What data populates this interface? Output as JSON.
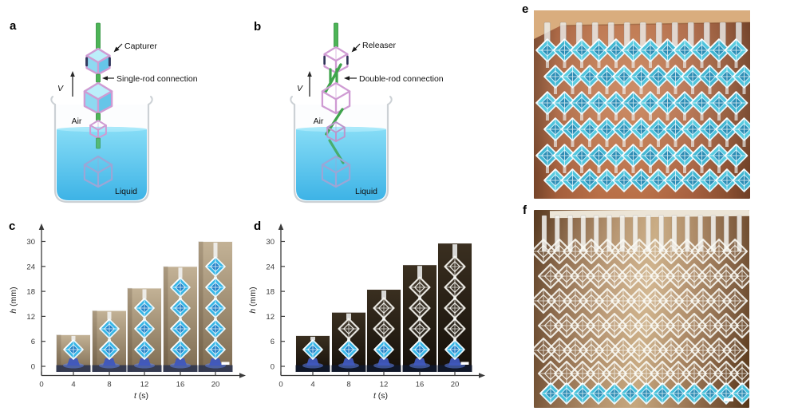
{
  "figure": {
    "panels": {
      "a": {
        "letter": "a",
        "capturer_label": "Capturer",
        "connection_label": "Single-rod connection",
        "velocity_label": "V",
        "air_label": "Air",
        "liquid_label": "Liquid"
      },
      "b": {
        "letter": "b",
        "releaser_label": "Releaser",
        "connection_label": "Double-rod connection",
        "velocity_label": "V",
        "air_label": "Air",
        "liquid_label": "Liquid"
      },
      "c": {
        "letter": "c"
      },
      "d": {
        "letter": "d"
      },
      "e": {
        "letter": "e"
      },
      "f": {
        "letter": "f"
      }
    }
  },
  "chart_data": [
    {
      "id": "chart-c",
      "panel": "c",
      "type": "bar",
      "categories": [
        4,
        8,
        12,
        16,
        20
      ],
      "values": [
        7.6,
        13.4,
        18.8,
        24.0,
        30.0
      ],
      "cubes_blue": [
        1,
        2,
        3,
        4,
        5
      ],
      "cubes_white": [
        0,
        0,
        0,
        0,
        0
      ],
      "xticks": [
        0,
        4,
        8,
        12,
        16,
        20
      ],
      "yticks": [
        0,
        6,
        12,
        18,
        24,
        30
      ],
      "xlim": [
        0,
        22
      ],
      "ylim": [
        0,
        32
      ],
      "grid": false,
      "legend": false,
      "xlabel": "t (s)",
      "ylabel": "h (mm)",
      "xlabel_var": "t",
      "xlabel_rest": " (s)",
      "ylabel_var": "h",
      "ylabel_rest": " (mm)",
      "bar_style": {
        "theme": "light",
        "bg_top": "#c3b296",
        "bg_bottom": "#7d6b51",
        "strip": "#2e3550"
      }
    },
    {
      "id": "chart-d",
      "panel": "d",
      "type": "bar",
      "categories": [
        4,
        8,
        12,
        16,
        20
      ],
      "values": [
        7.4,
        13.0,
        18.5,
        24.4,
        29.6
      ],
      "cubes_blue": [
        1,
        1,
        1,
        1,
        1
      ],
      "cubes_white": [
        0,
        1,
        2,
        3,
        4
      ],
      "xticks": [
        0,
        4,
        8,
        12,
        16,
        20
      ],
      "yticks": [
        0,
        6,
        12,
        18,
        24,
        30
      ],
      "xlim": [
        0,
        22
      ],
      "ylim": [
        0,
        32
      ],
      "grid": false,
      "legend": false,
      "xlabel": "t (s)",
      "ylabel": "h (mm)",
      "xlabel_var": "t",
      "xlabel_rest": " (s)",
      "ylabel_var": "h",
      "ylabel_rest": " (mm)",
      "bar_style": {
        "theme": "dark",
        "bg_top": "#3a2f20",
        "bg_bottom": "#15100a",
        "strip": "#10182b"
      }
    }
  ],
  "photos": {
    "e": {
      "rod_count": 13,
      "cols": 12,
      "row_ys": [
        50,
        83,
        116,
        149,
        182,
        213
      ],
      "cube_color": "#4ec3da"
    },
    "f": {
      "rod_count": 16,
      "cols": 13,
      "row_ys": [
        52,
        83,
        114,
        145,
        176,
        205
      ],
      "blue_row_y": 230,
      "frame_color": "#f5f3ee",
      "cube_color": "#45c0da"
    }
  },
  "colors": {
    "axis": "#3c3c3c",
    "cube_blue": "#38b6e6",
    "cube_core": "#1f7ec6",
    "frame_white": "#efece4",
    "pink_frame": "#cf9bd3",
    "green_rod": "#4db456",
    "liquid_blue": "#4fc2ec",
    "submerged_frame": "#9ba6d6"
  }
}
